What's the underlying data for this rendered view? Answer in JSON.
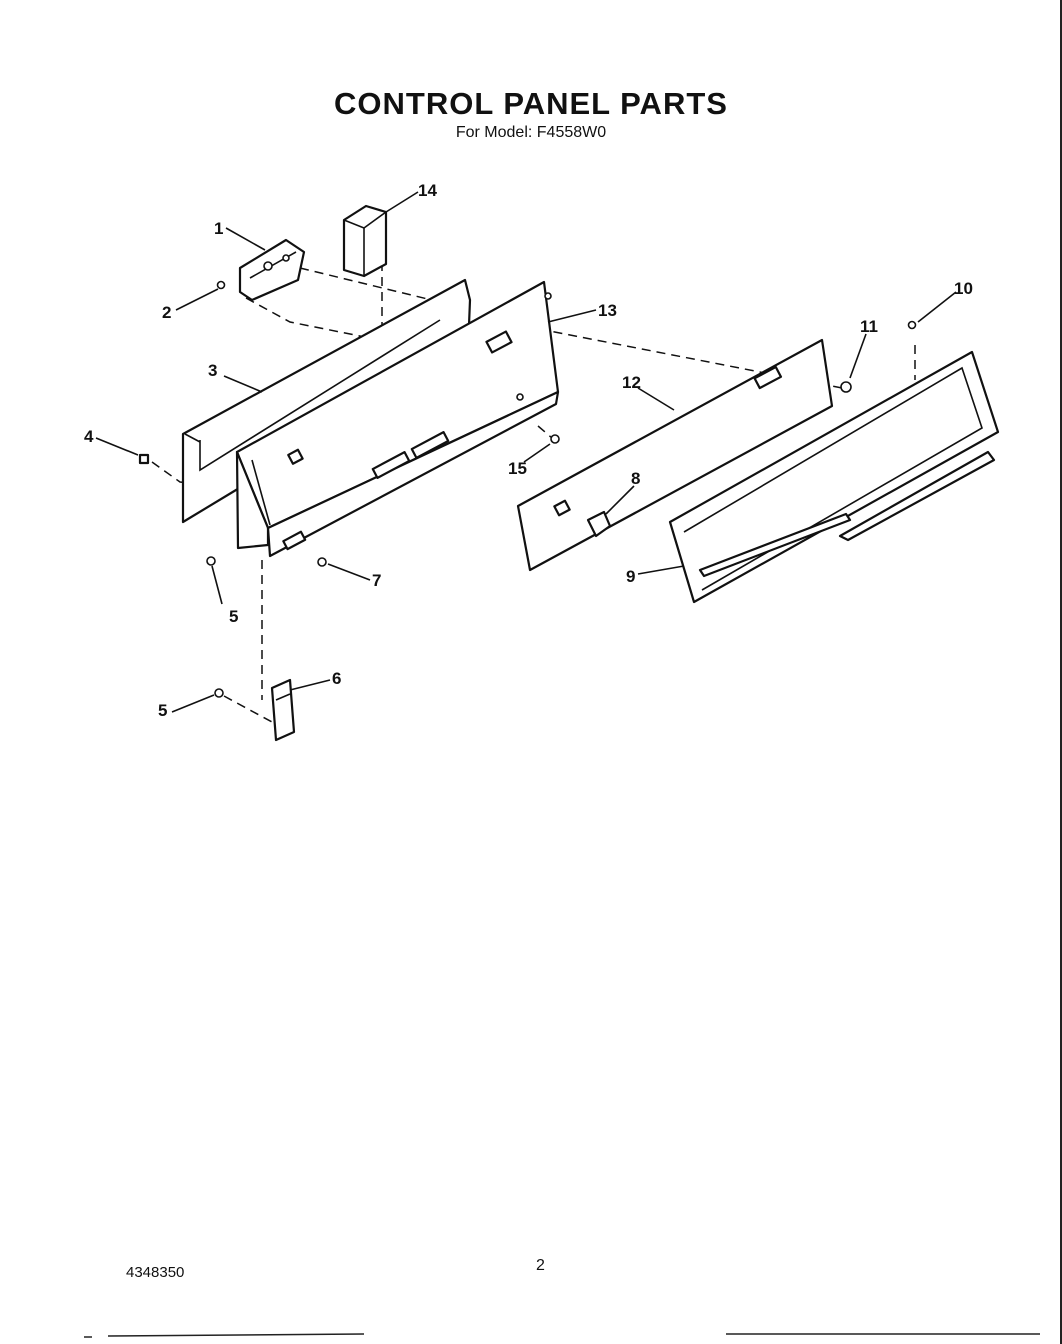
{
  "header": {
    "title": "CONTROL PANEL PARTS",
    "subtitle": "For Model: F4558W0"
  },
  "callouts": {
    "c1": "1",
    "c2": "2",
    "c3": "3",
    "c4": "4",
    "c5a": "5",
    "c5b": "5",
    "c6": "6",
    "c7": "7",
    "c8": "8",
    "c9": "9",
    "c10": "10",
    "c11": "11",
    "c12": "12",
    "c13": "13",
    "c14": "14",
    "c15": "15"
  },
  "footer": {
    "doc_number": "4348350",
    "page_number": "2"
  },
  "colors": {
    "ink": "#111111",
    "paper": "#ffffff"
  }
}
